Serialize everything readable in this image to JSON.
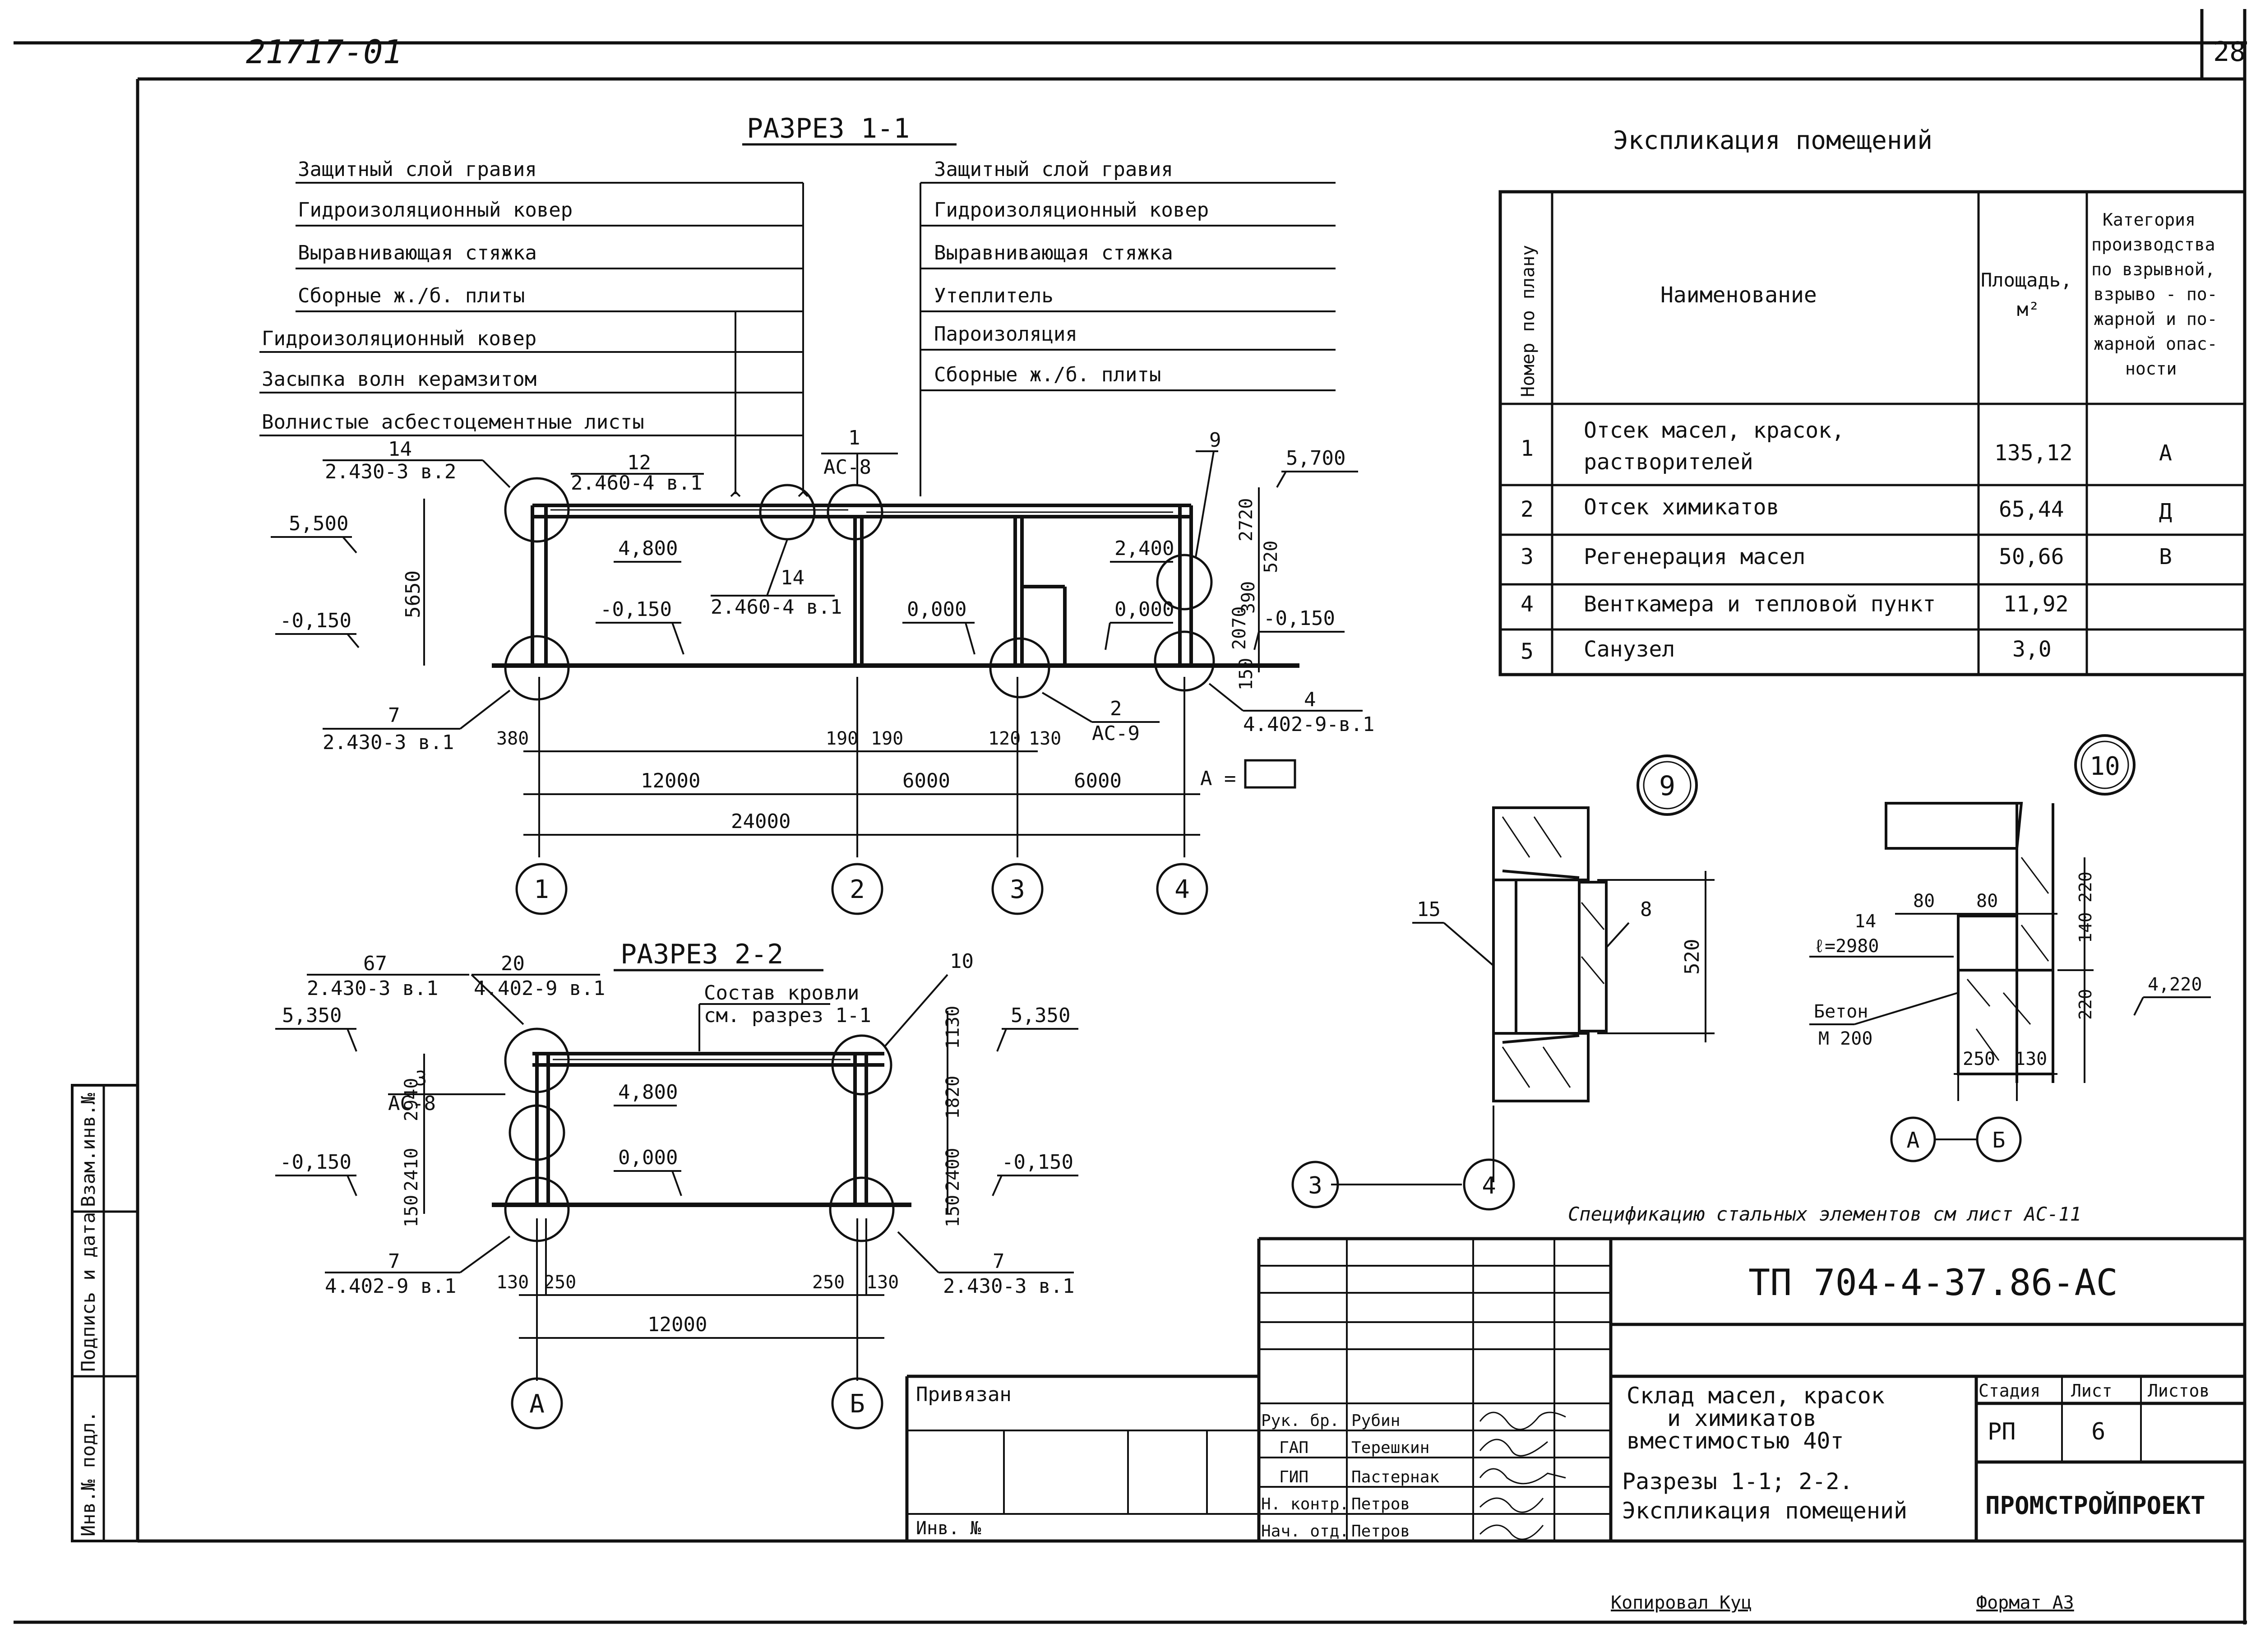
{
  "sheet": {
    "archive_no": "21717-01",
    "page_no": "28",
    "footer_copied": "Копировал Куц",
    "footer_format": "Формат А3",
    "spec_note": "Спецификацию стальных элементов см лист АС-11"
  },
  "margin_stamp": [
    "Инв.№ подл.",
    "Подпись и дата",
    "Взам.инв.№"
  ],
  "section_1_1": {
    "title": "РАЗРЕЗ 1-1",
    "left_layers": [
      "Защитный слой гравия",
      "Гидроизоляционный ковер",
      "Выравнивающая стяжка",
      "Сборные ж./б. плиты",
      "Гидроизоляционный ковер",
      "Засыпка волн керамзитом",
      "Волнистые асбестоцементные листы"
    ],
    "right_layers": [
      "Защитный слой гравия",
      "Гидроизоляционный ковер",
      "Выравнивающая стяжка",
      "Утеплитель",
      "Пароизоляция",
      "Сборные ж./б. плиты"
    ],
    "callouts": [
      {
        "num": "14",
        "ref": "2.430-3 в.2"
      },
      {
        "num": "12",
        "ref": "2.460-4 в.1"
      },
      {
        "num": "1",
        "ref": "АС-8"
      },
      {
        "num": "9",
        "ref": ""
      },
      {
        "num": "14",
        "ref": "2.460-4 в.1"
      },
      {
        "num": "7",
        "ref": "2.430-3 в.1"
      },
      {
        "num": "2",
        "ref": "АС-9"
      },
      {
        "num": "4",
        "ref": "4.402-9-в.1"
      }
    ],
    "levels": [
      "5,500",
      "-0,150",
      "-0,150",
      "4,800",
      "0,000",
      "2,400",
      "0,000",
      "5,700",
      "-0,150"
    ],
    "dims_vertical": [
      "5650",
      "2720",
      "520",
      "390",
      "2070",
      "150"
    ],
    "dims_bottom": [
      "380",
      "190",
      "190",
      "120",
      "130"
    ],
    "spans": [
      "12000",
      "6000",
      "6000"
    ],
    "total": "24000",
    "a_label": "А =",
    "axes": [
      "1",
      "2",
      "3",
      "4"
    ]
  },
  "section_2_2": {
    "title": "РАЗРЕЗ 2-2",
    "roof_note": [
      "Состав кровли",
      "см. разрез 1-1"
    ],
    "callouts": [
      {
        "num": "67",
        "ref": "2.430-3 в.1"
      },
      {
        "num": "20",
        "ref": "4.402-9 в.1"
      },
      {
        "num": "10",
        "ref": ""
      },
      {
        "num": "3",
        "ref": "АС-8"
      },
      {
        "num": "7",
        "ref": "4.402-9 в.1"
      },
      {
        "num": "7",
        "ref": "2.430-3 в.1"
      }
    ],
    "levels": [
      "5,350",
      "-0,150",
      "4,800",
      "0,000",
      "5,350",
      "-0,150"
    ],
    "dims_left": [
      "2940",
      "2410",
      "150"
    ],
    "dims_right": [
      "1130",
      "1820",
      "2400",
      "150"
    ],
    "dims_bottom": [
      "130",
      "250",
      "250",
      "130"
    ],
    "span": "12000",
    "axes": [
      "А",
      "Б"
    ]
  },
  "detail_9": {
    "num": "9",
    "leaders": [
      "15",
      "8"
    ],
    "dim": "520",
    "axes": [
      "3",
      "4"
    ]
  },
  "detail_10": {
    "num": "10",
    "dims_top": [
      "80",
      "80"
    ],
    "dims_side": [
      "140",
      "220",
      "220"
    ],
    "beam": [
      "14",
      "ℓ=2980"
    ],
    "concrete": [
      "Бетон",
      "М 200"
    ],
    "level": "4,220",
    "dims_bottom": [
      "250",
      "130"
    ],
    "axes": [
      "А",
      "Б"
    ]
  },
  "explication": {
    "title": "Экспликация помещений",
    "headers": {
      "num": "Номер по плану",
      "name": "Наименование",
      "area": [
        "Площадь,",
        "м²"
      ],
      "cat": [
        "Категория",
        "производства",
        "по взрывной,",
        "взрыво - по-",
        "жарной и по-",
        "жарной опас-",
        "ности"
      ]
    },
    "rows": [
      {
        "num": "1",
        "name": [
          "Отсек масел, красок,",
          "растворителей"
        ],
        "area": "135,12",
        "cat": "А"
      },
      {
        "num": "2",
        "name": [
          "Отсек химикатов"
        ],
        "area": "65,44",
        "cat": "Д"
      },
      {
        "num": "3",
        "name": [
          "Регенерация масел"
        ],
        "area": "50,66",
        "cat": "В"
      },
      {
        "num": "4",
        "name": [
          "Венткамера и тепловой пункт"
        ],
        "area": "11,92",
        "cat": ""
      },
      {
        "num": "5",
        "name": [
          "Санузел"
        ],
        "area": "3,0",
        "cat": ""
      }
    ]
  },
  "title_block": {
    "code": "ТП 704-4-37.86-АС",
    "attached": "Привязан",
    "inv": "Инв. №",
    "roles": [
      "Рук. бр.",
      "ГАП",
      "ГИП",
      "Н. контр.",
      "Нач. отд."
    ],
    "names": [
      "Рубин",
      "Терешкин",
      "Пастернак",
      "Петров",
      "Петров"
    ],
    "object": [
      "Склад масел, красок",
      "и химикатов",
      "вместимостью 40т"
    ],
    "sheet_title": [
      "Разрезы 1-1; 2-2.",
      "Экспликация помещений"
    ],
    "stage_h": "Стадия",
    "sheet_h": "Лист",
    "sheets_h": "Листов",
    "stage": "РП",
    "sheet": "6",
    "sheets": "",
    "org": "ПРОМСТРОЙПРОЕКТ"
  }
}
